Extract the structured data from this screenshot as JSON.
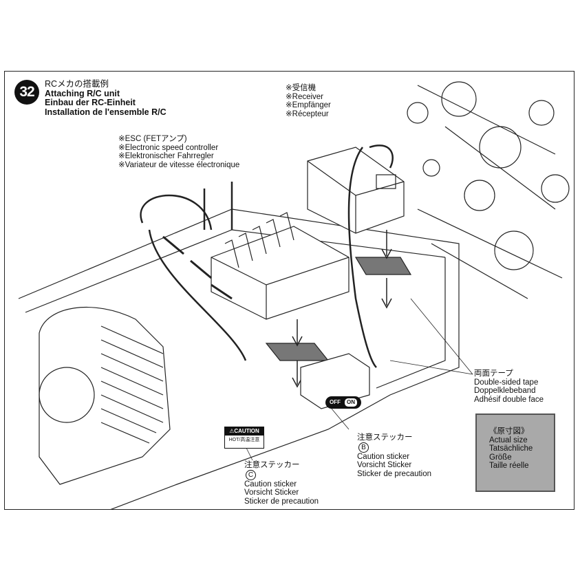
{
  "step": {
    "number": "32"
  },
  "title": {
    "ja": "RCメカの搭載例",
    "en": "Attaching R/C unit",
    "de": "Einbau der RC-Einheit",
    "fr": "Installation de l'ensemble R/C"
  },
  "receiver": {
    "ja": "※受信機",
    "en": "※Receiver",
    "de": "※Empfänger",
    "fr": "※Récepteur"
  },
  "esc": {
    "ja": "※ESC (FETアンプ)",
    "en": "※Electronic speed controller",
    "de": "※Elektronischer Fahrregler",
    "fr": "※Variateur de vitesse électronique"
  },
  "tape": {
    "ja": "両面テープ",
    "en": "Double-sided tape",
    "de": "Doppelklebeband",
    "fr": "Adhésif double face"
  },
  "sticker_b": {
    "ja": "注意ステッカー",
    "mark": "B",
    "en": "Caution sticker",
    "de": "Vorsicht Sticker",
    "fr": "Sticker de precaution"
  },
  "sticker_c": {
    "ja": "注意ステッカー",
    "mark": "C",
    "en": "Caution sticker",
    "de": "Vorsicht Sticker",
    "fr": "Sticker de precaution"
  },
  "actual_size": {
    "ja": "《原寸図》",
    "en": "Actual size",
    "de": "Tatsächliche",
    "de2": "Größe",
    "fr": "Taille réelle"
  },
  "caution_label": {
    "top": "⚠CAUTION",
    "bottom": "HOT/高温注意"
  },
  "switch_label": {
    "off": "OFF",
    "on": "ON"
  }
}
